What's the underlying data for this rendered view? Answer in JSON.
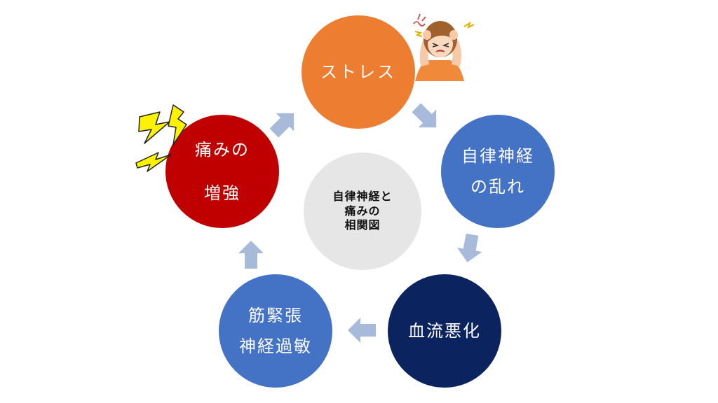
{
  "diagram": {
    "center": {
      "lines": [
        "自律神経と",
        "痛みの",
        "相関図"
      ]
    },
    "nodes": [
      {
        "key": "stress",
        "lines": [
          "ストレス"
        ]
      },
      {
        "key": "ans",
        "lines": [
          "自律神経",
          "の乱れ"
        ]
      },
      {
        "key": "blood",
        "lines": [
          "血流悪化"
        ]
      },
      {
        "key": "muscle",
        "lines": [
          "筋緊張",
          "神経過敏"
        ]
      },
      {
        "key": "pain",
        "lines": [
          "痛みの",
          "増強"
        ]
      }
    ]
  },
  "colors": {
    "stress": "#ED7D31",
    "ans": "#4472C4",
    "blood": "#0B235F",
    "muscle": "#4472C4",
    "pain": "#C00000",
    "center": "#E6E6E6",
    "arrow": "#A8BAD9",
    "lightning": "#FFF200"
  },
  "icons": {
    "stress_person": "person-headache-illustration",
    "pain_effect": "lightning-bolt-icon"
  }
}
